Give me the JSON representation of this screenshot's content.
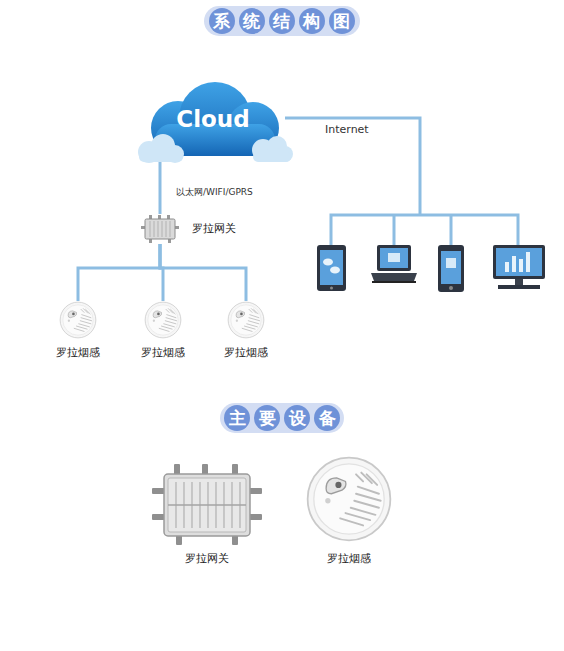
{
  "diagram": {
    "title": "系统结构图",
    "nodes": [
      {
        "text": [
          "Cloud"
        ]
      },
      {
        "text": [
          "罗拉网关"
        ]
      },
      {
        "text": [
          "罗拉烟感"
        ]
      },
      {
        "text": [
          "罗拉烟感"
        ]
      },
      {
        "text": [
          "罗拉烟感"
        ]
      },
      {
        "text": [
          "罗拉网关"
        ]
      },
      {
        "text": [
          "罗拉烟感"
        ]
      }
    ],
    "edges": [
      {
        "from": 0,
        "to": 1,
        "arrow": "none",
        "label": "以太网/WIFI/GPRS"
      },
      {
        "from": 1,
        "to": 2,
        "arrow": "none"
      },
      {
        "from": 1,
        "to": 3,
        "arrow": "none"
      },
      {
        "from": 1,
        "to": 4,
        "arrow": "none"
      }
    ],
    "labels": [
      "Internet",
      "主要设备"
    ]
  }
}
